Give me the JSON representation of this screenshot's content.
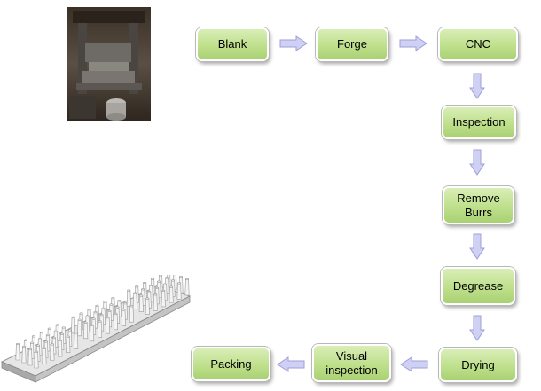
{
  "steps": {
    "blank": "Blank",
    "forge": "Forge",
    "cnc": "CNC",
    "inspection": "Inspection",
    "remove_burrs": "Remove\nBurrs",
    "degrease": "Degrease",
    "drying": "Drying",
    "visual_inspection": "Visual\ninspection",
    "packing": "Packing"
  },
  "colors": {
    "box_fill": "#c4e394",
    "arrow_fill": "#cfd0f4",
    "arrow_stroke": "#9d9fd8"
  },
  "images": {
    "photo": "forging-press-machine-photo",
    "part": "pin-fin-heat-sink-render"
  }
}
